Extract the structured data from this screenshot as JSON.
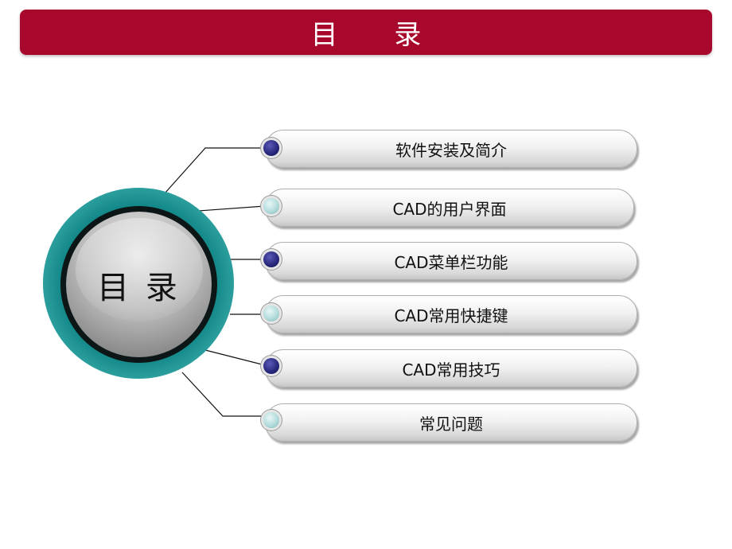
{
  "header": {
    "title": "目 录"
  },
  "hub": {
    "label": "目 录"
  },
  "items": [
    {
      "label": "软件安装及简介",
      "bullet": "dark"
    },
    {
      "label": "CAD的用户界面",
      "bullet": "light"
    },
    {
      "label": "CAD菜单栏功能",
      "bullet": "dark"
    },
    {
      "label": "CAD常用快捷键",
      "bullet": "light"
    },
    {
      "label": "CAD常用技巧",
      "bullet": "dark"
    },
    {
      "label": "常见问题",
      "bullet": "light"
    }
  ],
  "colors": {
    "accent": "#a8082b",
    "hub_teal": "#0f8484",
    "bullet_dark": "#26267a",
    "bullet_light": "#b3dcdc"
  }
}
